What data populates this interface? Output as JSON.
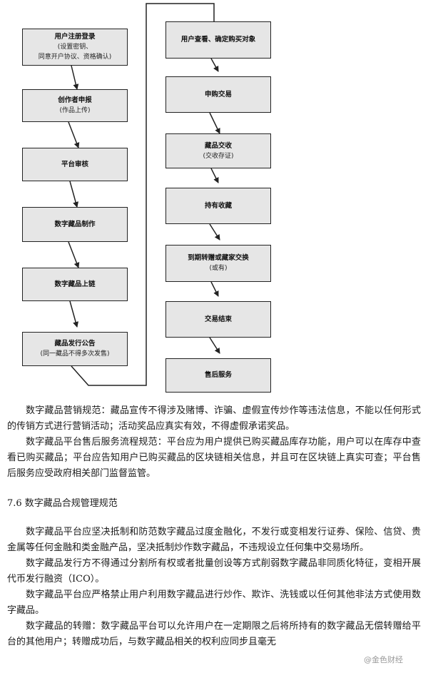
{
  "flow_left": [
    {
      "title": "用户注册登录",
      "sub": [
        "(设置密钥、",
        "同意开户协议、资格确认)"
      ]
    },
    {
      "title": "创作者申报",
      "sub": [
        "(作品上传)"
      ]
    },
    {
      "title": "平台审核",
      "sub": []
    },
    {
      "title": "数字藏品制作",
      "sub": []
    },
    {
      "title": "数字藏品上链",
      "sub": []
    },
    {
      "title": "藏品发行公告",
      "sub": [
        "(同一藏品不得多次发售)"
      ]
    }
  ],
  "flow_right": [
    {
      "title": "用户查看、确定购买对象",
      "sub": []
    },
    {
      "title": "申购交易",
      "sub": []
    },
    {
      "title": "藏品交收",
      "sub": [
        "(交收存证)"
      ]
    },
    {
      "title": "持有收藏",
      "sub": []
    },
    {
      "title": "到期转赠或藏家交换",
      "sub": [
        "(或有)"
      ]
    },
    {
      "title": "交易结束",
      "sub": []
    },
    {
      "title": "售后服务",
      "sub": []
    }
  ],
  "paragraphs_1": [
    "数字藏品营销规范：藏品宣传不得涉及赌博、诈骗、虚假宣传炒作等违法信息，不能以任何形式的传销方式进行营销活动；活动奖品应真实有效，不得虚假承诺奖品。",
    "数字藏品平台售后服务流程规范：平台应为用户提供已购买藏品库存功能，用户可以在库存中查看已购买藏品；平台应告知用户已购买藏品的区块链相关信息，并且可在区块链上真实可查；平台售后服务应受政府相关部门监督监管。"
  ],
  "section_heading": "7.6 数字藏品合规管理规范",
  "paragraphs_2": [
    "数字藏品平台应坚决抵制和防范数字藏品过度金融化，不发行或变相发行证券、保险、信贷、贵金属等任何金融和类金融产品，坚决抵制炒作数字藏品，不违规设立任何集中交易场所。",
    "数字藏品发行方不得通过分割所有权或者批量创设等方式削弱数字藏品非同质化特征，变相开展代币发行融资（ICO）。",
    "数字藏品平台应严格禁止用户利用数字藏品进行炒作、欺诈、洗钱或以任何其他非法方式使用数字藏品。",
    "数字藏品的转赠：数字藏品平台可以允许用户在一定期限之后将所持有的数字藏品无偿转赠给平台的其他用户；转赠成功后，与数字藏品相关的权利应同步且毫无"
  ],
  "watermark": "@金色财经"
}
